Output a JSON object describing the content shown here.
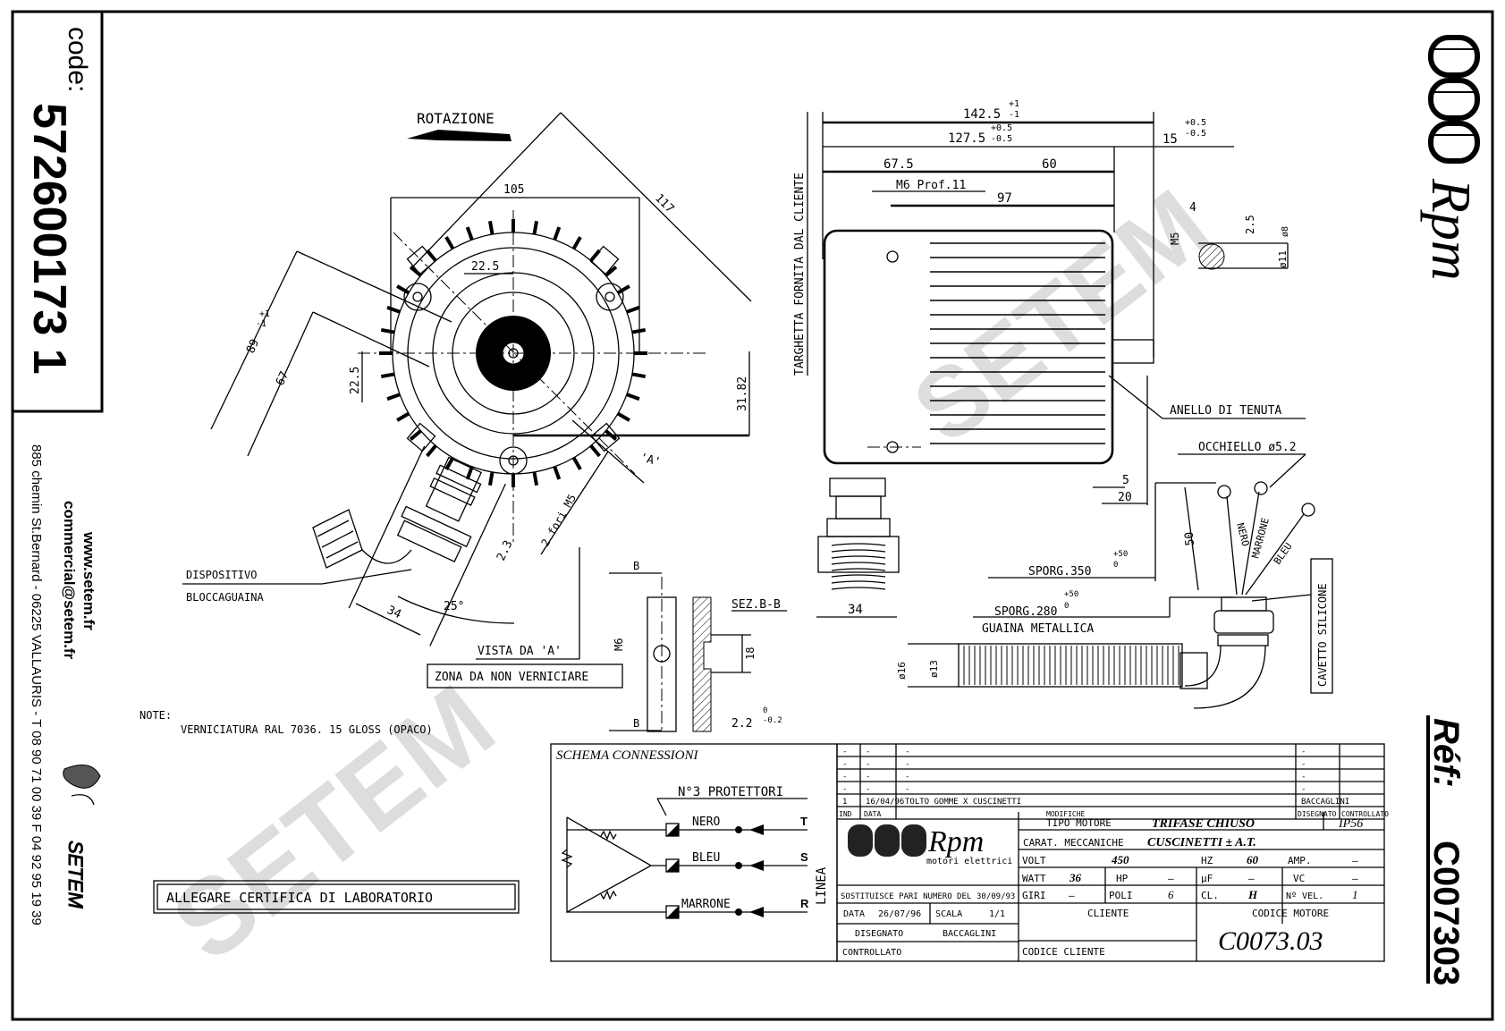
{
  "left_strip": {
    "code_label": "code:",
    "code_value": "572600173 1",
    "website": "www.setem.fr",
    "email": "commercial@setem.fr",
    "address": "885 chemin St.Bernard - 06225 VALLAURIS - T 08 90 71 00 39  F 04 92 95 19 39",
    "brand": "SETEM"
  },
  "right_strip": {
    "logo_text": "Rpm",
    "ref_label": "Réf:",
    "ref_value": "C007303"
  },
  "front_view": {
    "rotation_label": "ROTAZIONE",
    "dims": {
      "d105": "105",
      "d117": "117",
      "d22_5_top": "22.5",
      "d22_5_side": "22.5",
      "d89": "89",
      "d89_tol_plus": "+1",
      "d89_tol_minus": "-1",
      "d67": "67",
      "d31_82": "31.82",
      "d2_3": "2.3",
      "d34": "34",
      "angle_25": "25°",
      "holes": "2 fori M5",
      "view_marker": "'A'"
    },
    "device_label_1": "DISPOSITIVO",
    "device_label_2": "BLOCCAGUAINA"
  },
  "view_a": {
    "title": "VISTA DA 'A'",
    "no_paint_zone": "ZONA DA NON VERNICIARE",
    "section_marker": "B",
    "section_title": "SEZ.B-B",
    "m6": "M6",
    "d18": "18",
    "d2_2": "2.2",
    "d2_2_tol_plus": "0",
    "d2_2_tol_minus": "-0.2"
  },
  "side_view": {
    "nameplate_label": "TARGHETTA FORNITA DAL CLIENTE",
    "d142_5": "142.5",
    "d142_5_tol_plus": "+1",
    "d142_5_tol_minus": "-1",
    "d127_5": "127.5",
    "d127_5_tol_plus": "+0.5",
    "d127_5_tol_minus": "-0.5",
    "d15": "15",
    "d15_tol_plus": "+0.5",
    "d15_tol_minus": "-0.5",
    "d67_5": "67.5",
    "d60": "60",
    "m6_depth": "M6 Prof.11",
    "d97": "97",
    "d34": "34",
    "d5": "5",
    "d20": "20",
    "seal_ring": "ANELLO DI TENUTA",
    "shaft": {
      "d4": "4",
      "m5": "M5",
      "d2_5": "2.5",
      "d11": "ø11",
      "d8": "ø8"
    }
  },
  "cable_view": {
    "eyelet": "OCCHIELLO ø5.2",
    "d50": "50",
    "wire_labels": [
      "NERO",
      "MARRONE",
      "BLEU"
    ],
    "sporg_350": "SPORG.350",
    "sporg_350_tol_plus": "+50",
    "sporg_350_tol_minus": "0",
    "sporg_280": "SPORG.280",
    "sporg_280_tol_plus": "+50",
    "sporg_280_tol_minus": "0",
    "sheath": "GUAINA METALLICA",
    "silicone_cable": "CAVETTO SILICONE",
    "d16": "ø16",
    "d13": "ø13"
  },
  "notes": {
    "label": "NOTE:",
    "text": "VERNICIATURA RAL 7036. 15 GLOSS (OPACO)",
    "certificate": "ALLEGARE CERTIFICA DI LABORATORIO"
  },
  "schema": {
    "title": "SCHEMA CONNESSIONI",
    "protectors": "N°3 PROTETTORI",
    "wires": [
      {
        "color": "NERO",
        "phase": "T"
      },
      {
        "color": "BLEU",
        "phase": "S"
      },
      {
        "color": "MARRONE",
        "phase": "R"
      }
    ],
    "line_label": "LINEA"
  },
  "revisions": {
    "rows": [
      {
        "ind": "-",
        "data": "-",
        "desc": "-",
        "dis": "-",
        "ctrl": ""
      },
      {
        "ind": "-",
        "data": "-",
        "desc": "-",
        "dis": "-",
        "ctrl": ""
      },
      {
        "ind": "-",
        "data": "-",
        "desc": "-",
        "dis": "-",
        "ctrl": ""
      },
      {
        "ind": "-",
        "data": "-",
        "desc": "-",
        "dis": "-",
        "ctrl": ""
      },
      {
        "ind": "1",
        "data": "16/04/96",
        "desc": "TOLTO GOMME X CUSCINETTI",
        "dis": "BACCAGLINI",
        "ctrl": ""
      }
    ],
    "headers": {
      "ind": "IND",
      "data": "DATA",
      "desc": "MODIFICHE",
      "dis": "DISEGNATO",
      "ctrl": "CONTROLLATO"
    }
  },
  "title_block": {
    "logo": "Rpm",
    "logo_sub": "motori elettrici",
    "tipo_motore_label": "TIPO MOTORE",
    "tipo_motore": "TRIFASE CHIUSO",
    "ip": "IP56",
    "carat_label": "CARAT. MECCANICHE",
    "carat": "CUSCINETTI ± A.T.",
    "volt_label": "VOLT",
    "volt": "450",
    "hz_label": "HZ",
    "hz": "60",
    "amp_label": "AMP.",
    "amp": "—",
    "watt_label": "WATT",
    "watt": "36",
    "hp_label": "HP",
    "hp": "—",
    "uf_label": "µF",
    "uf": "—",
    "vc_label": "VC",
    "vc": "—",
    "giri_label": "GIRI",
    "giri": "—",
    "poli_label": "POLI",
    "poli": "6",
    "cl_label": "CL.",
    "cl": "H",
    "vel_label": "Nº VEL.",
    "vel": "1",
    "replaces_label": "SOSTITUISCE PARI NUMERO DEL",
    "replaces_date": "30/09/93",
    "date_label": "DATA",
    "date": "26/07/96",
    "scale_label": "SCALA",
    "scale": "1/1",
    "drawn_label": "DISEGNATO",
    "drawn": "BACCAGLINI",
    "checked_label": "CONTROLLATO",
    "client_label": "CLIENTE",
    "client_code_label": "CODICE CLIENTE",
    "motor_code_label": "CODICE MOTORE",
    "motor_code": "C0073.03"
  },
  "watermark": {
    "text": "SETEM"
  }
}
